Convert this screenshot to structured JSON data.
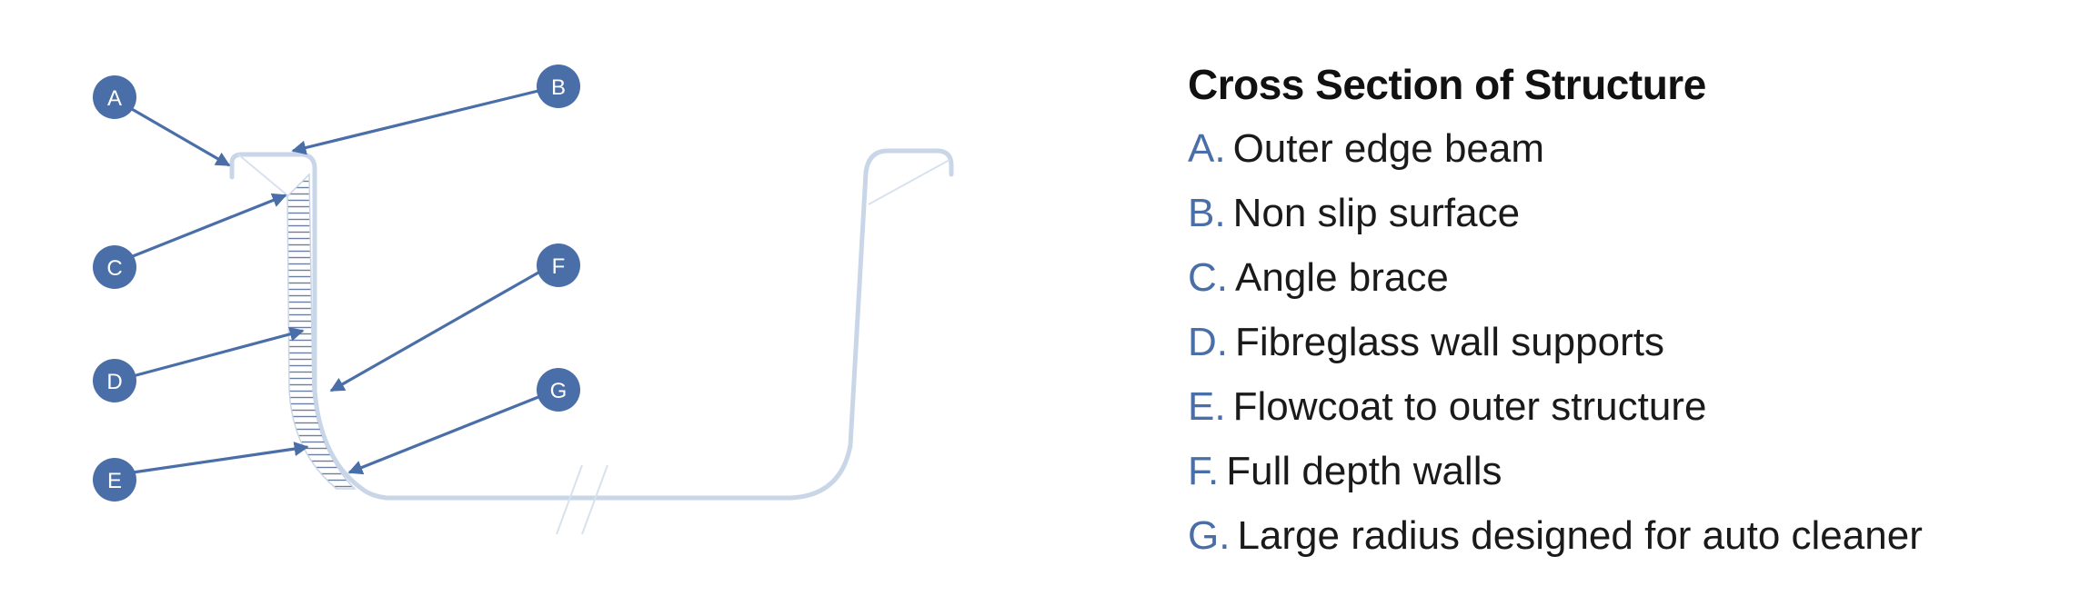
{
  "legend": {
    "title": "Cross Section of Structure",
    "items": [
      {
        "key": "A.",
        "label": "Outer edge beam"
      },
      {
        "key": "B.",
        "label": "Non slip surface"
      },
      {
        "key": "C.",
        "label": "Angle brace"
      },
      {
        "key": "D.",
        "label": "Fibreglass wall supports"
      },
      {
        "key": "E.",
        "label": "Flowcoat to outer structure"
      },
      {
        "key": "F.",
        "label": "Full depth walls"
      },
      {
        "key": "G.",
        "label": "Large radius designed for auto cleaner"
      }
    ]
  },
  "callouts": [
    "A",
    "B",
    "C",
    "D",
    "E",
    "F",
    "G"
  ],
  "colors": {
    "accent": "#4a6fa8",
    "outline": "#c9d6e8",
    "text": "#1a1a1a"
  }
}
